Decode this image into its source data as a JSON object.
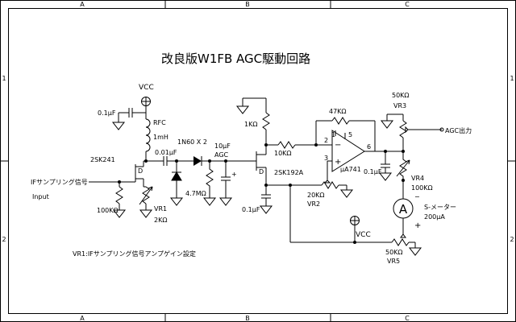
{
  "title": "改良版W1FB AGC駆動回路",
  "frame": {
    "columns": [
      "A",
      "B",
      "C"
    ],
    "rows": [
      "1",
      "2"
    ]
  },
  "labels": {
    "vcc_top": "VCC",
    "c_0_1uF_a": "0.1μF",
    "rfc": "RFC",
    "rfc_value": "1mH",
    "diodes": "1N60 X 2",
    "c_0_01uF": "0.01μF",
    "c_10uF": "10μF",
    "agc": "AGC",
    "fet1": "2SK241",
    "if_in_jp": "IFサンプリング信号",
    "input": "Input",
    "r_100k_a": "100KΩ",
    "vr1": "VR1",
    "vr1_value": "2KΩ",
    "r_4_7M": "4.7MΩ",
    "r_1k": "1KΩ",
    "r_10k": "10KΩ",
    "fet2": "2SK192A",
    "c_0_1uF_b": "0.1μF",
    "r_47k": "47KΩ",
    "pin2": "2",
    "pin3": "3",
    "pin6": "6",
    "pin1": "1",
    "pin5": "5",
    "opamp": "μA741",
    "c_0_1uF_c": "0.1μF",
    "vr2_value": "20KΩ",
    "vr2": "VR2",
    "vr3_value": "50KΩ",
    "vr3": "VR3",
    "agc_out": "AGC出力",
    "vr4": "VR4",
    "vr4_value": "100KΩ",
    "meter_symbol": "A",
    "meter": "S-メーター",
    "meter_value": "200μA",
    "minus": "−",
    "plus": "+",
    "vcc_bottom": "VCC",
    "vr5_value": "50KΩ",
    "vr5": "VR5",
    "note": "VR1:IFサンプリング信号アンプゲイン設定"
  }
}
